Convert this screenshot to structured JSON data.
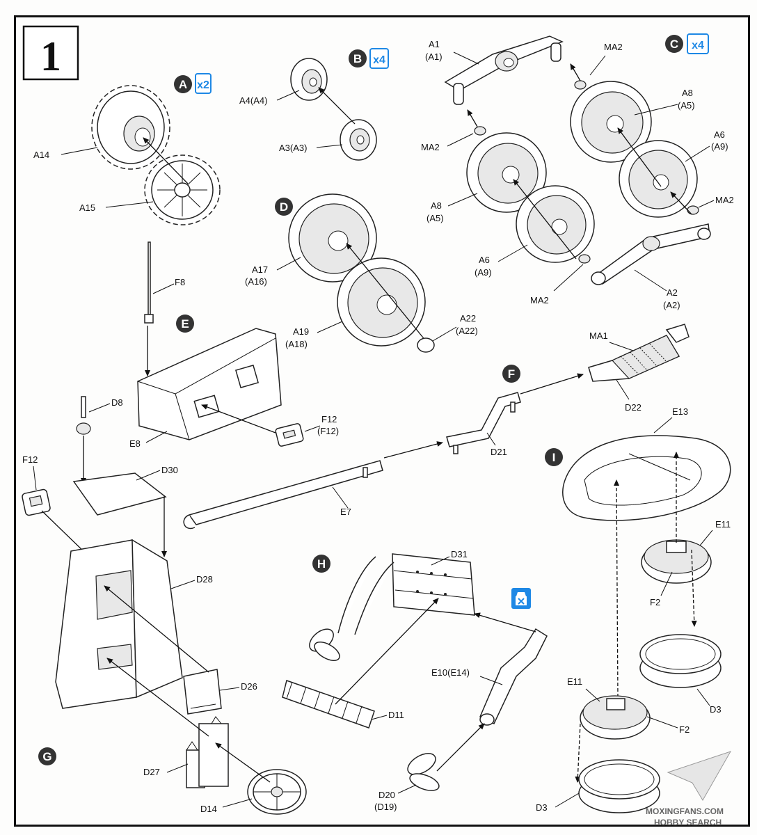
{
  "step": {
    "number": "1"
  },
  "groups": {
    "A": {
      "letter": "A",
      "multiplier": "x2"
    },
    "B": {
      "letter": "B",
      "multiplier": "x4"
    },
    "C": {
      "letter": "C",
      "multiplier": "x4"
    },
    "D": {
      "letter": "D"
    },
    "E": {
      "letter": "E"
    },
    "F": {
      "letter": "F"
    },
    "G": {
      "letter": "G"
    },
    "H": {
      "letter": "H"
    },
    "I": {
      "letter": "I"
    },
    "X": {
      "icon": "cross-icon"
    }
  },
  "labels": {
    "a14": "A14",
    "a15": "A15",
    "a4": "A4(A4)",
    "a3": "A3(A3)",
    "a1": "A1",
    "a1b": "(A1)",
    "ma2_top": "MA2",
    "ma2_left": "MA2",
    "ma2_right": "MA2",
    "ma2_bottom": "MA2",
    "a8_right": "A8",
    "a8_right_b": "(A5)",
    "a6_right": "A6",
    "a6_right_b": "(A9)",
    "a8_left": "A8",
    "a8_left_b": "(A5)",
    "a6_left": "A6",
    "a6_left_b": "(A9)",
    "a2": "A2",
    "a2b": "(A2)",
    "a17": "A17",
    "a17b": "(A16)",
    "a19": "A19",
    "a19b": "(A18)",
    "a22": "A22",
    "a22b": "(A22)",
    "f8": "F8",
    "d8": "D8",
    "e8": "E8",
    "f12_box": "F12",
    "f12_box_b": "(F12)",
    "f12_left": "F12",
    "d30": "D30",
    "d28": "D28",
    "d26": "D26",
    "d27": "D27",
    "d14": "D14",
    "e7": "E7",
    "d21": "D21",
    "d22": "D22",
    "ma1": "MA1",
    "e13": "E13",
    "e11_top": "E11",
    "f2_top": "F2",
    "d3_top": "D3",
    "e11_bot": "E11",
    "f2_bot": "F2",
    "d3_bot": "D3",
    "d31": "D31",
    "d11": "D11",
    "e10": "E10(E14)",
    "d20": "D20",
    "d20b": "(D19)"
  },
  "watermark": {
    "line1": "MOXINGFANS.COM",
    "line2": "HOBBY SEARCH"
  }
}
